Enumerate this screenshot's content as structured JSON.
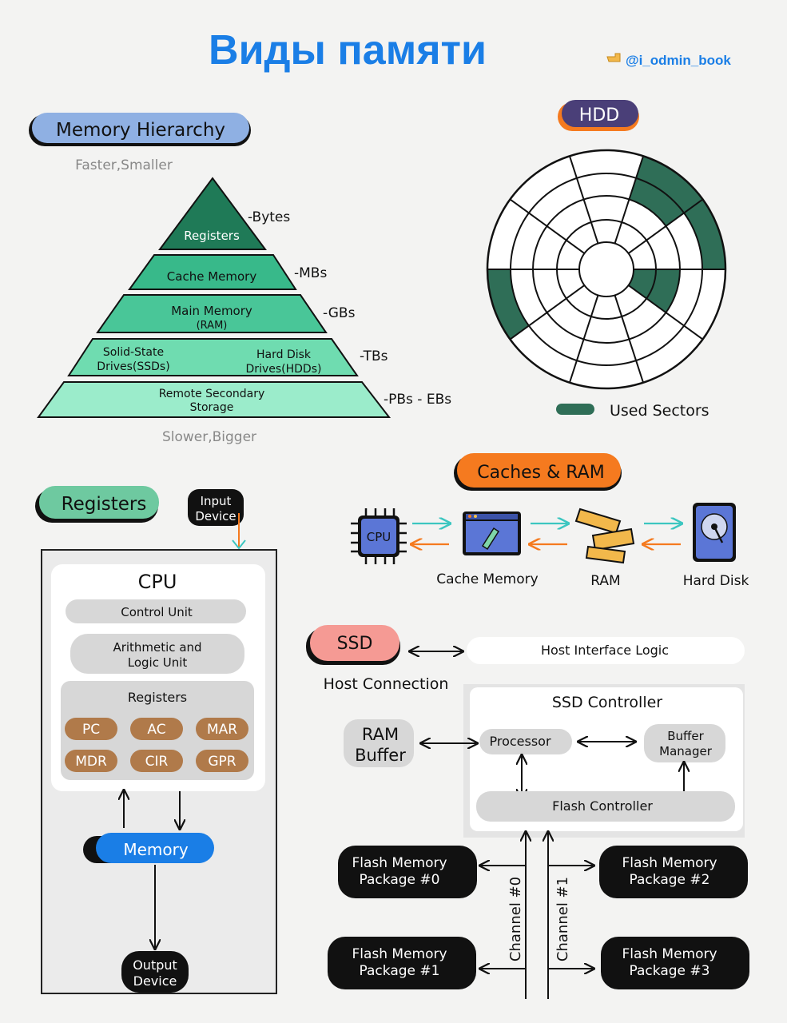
{
  "title": "Виды памяти",
  "handle": "@i_odmin_book",
  "handle_icon": "pointing-hand-icon",
  "colors": {
    "title_blue": "#1a7ee6",
    "pyramid_dark": "#1f7a57",
    "pyramid_mid": "#38b98a",
    "pyramid_light": "#5fd3a5",
    "pyramid_lighter": "#8ee6c2",
    "hdd_used": "#2f6e57",
    "orange": "#f57a1f",
    "salmon": "#f59a94",
    "memory_blue": "#1a7ee6",
    "register_brown": "#b07a4a"
  },
  "hierarchy": {
    "label": "Memory Hierarchy",
    "top_note": "Faster,Smaller",
    "bottom_note": "Slower,Bigger",
    "levels": [
      {
        "name": "Registers",
        "size": "-Bytes"
      },
      {
        "name": "Cache Memory",
        "size": "-MBs"
      },
      {
        "name": "Main Memory",
        "name2": "(RAM)",
        "size": "-GBs"
      },
      {
        "name": "Solid-State",
        "name2": "Drives(SSDs)",
        "name3": "Hard Disk",
        "name4": "Drives(HDDs)",
        "size": "-TBs"
      },
      {
        "name": "Remote Secondary",
        "name2": "Storage",
        "size": "-PBs - EBs"
      }
    ]
  },
  "hdd": {
    "label": "HDD",
    "legend": "Used Sectors"
  },
  "caches_ram": {
    "label": "Caches & RAM",
    "cpu_chip_text": "CPU",
    "items": [
      "Cache Memory",
      "RAM",
      "Hard Disk"
    ]
  },
  "registers": {
    "label": "Registers",
    "input": [
      "Input",
      "Device"
    ],
    "cpu_title": "CPU",
    "control_unit": "Control Unit",
    "alu": [
      "Arithmetic and",
      "Logic Unit"
    ],
    "registers_title": "Registers",
    "regs": [
      "PC",
      "AC",
      "MAR",
      "MDR",
      "CIR",
      "GPR"
    ],
    "memory": "Memory",
    "output": [
      "Output",
      "Device"
    ]
  },
  "ssd": {
    "label": "SSD",
    "host_connection": "Host Connection",
    "host_interface": "Host Interface Logic",
    "controller_title": "SSD Controller",
    "ram_buffer": [
      "RAM",
      "Buffer"
    ],
    "processor": "Processor",
    "buffer_manager": [
      "Buffer",
      "Manager"
    ],
    "flash_controller": "Flash Controller",
    "channels": [
      "Channel #0",
      "Channel #1"
    ],
    "packages": [
      [
        "Flash Memory",
        "Package #0"
      ],
      [
        "Flash Memory",
        "Package #1"
      ],
      [
        "Flash Memory",
        "Package #2"
      ],
      [
        "Flash Memory",
        "Package #3"
      ]
    ]
  }
}
